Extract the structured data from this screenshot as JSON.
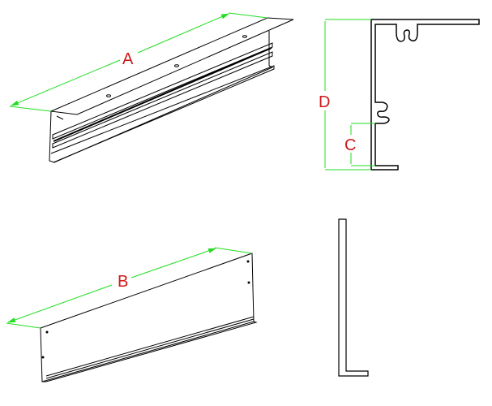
{
  "labels": {
    "A": "A",
    "B": "B",
    "C": "C",
    "D": "D"
  },
  "colors": {
    "dimension": "#22dd22",
    "label": "#d01818",
    "outline": "#000000"
  }
}
